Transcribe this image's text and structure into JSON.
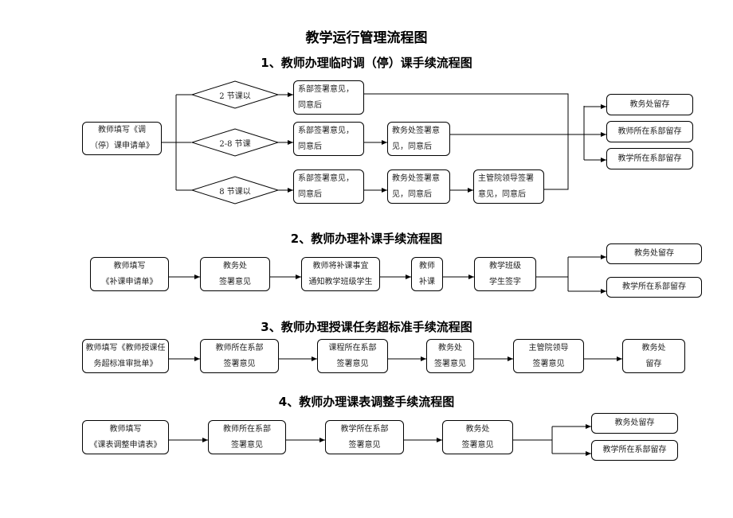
{
  "title": "教学运行管理流程图",
  "sections": [
    {
      "title": "1、教师办理临时调（停）课手续流程图",
      "start": [
        "教师填写《调",
        "（停）课申请单》"
      ],
      "branches": [
        {
          "condition": "2 节课以",
          "steps": [
            [
              "系部签署意见，",
              "同意后"
            ]
          ]
        },
        {
          "condition": "2-8 节课",
          "steps": [
            [
              "系部签署意见，",
              "同意后"
            ],
            [
              "教务处签署意",
              "见，同意后"
            ]
          ]
        },
        {
          "condition": "8 节课以",
          "steps": [
            [
              "系部签署意见，",
              "同意后"
            ],
            [
              "教务处签署意",
              "见，同意后"
            ],
            [
              "主管院领导签署",
              "意见，同意后"
            ]
          ]
        }
      ],
      "outputs": [
        "教务处留存",
        "教师所在系部留存",
        "教学所在系部留存"
      ]
    },
    {
      "title": "2、教师办理补课手续流程图",
      "steps": [
        [
          "教师填写",
          "《补课申请单》"
        ],
        [
          "教务处",
          "签署意见"
        ],
        [
          "教师将补课事宜",
          "通知教学班级学生"
        ],
        [
          "教师",
          "补课"
        ],
        [
          "教学班级",
          "学生签字"
        ]
      ],
      "outputs": [
        "教务处留存",
        "教学所在系部留存"
      ]
    },
    {
      "title": "3、教师办理授课任务超标准手续流程图",
      "steps": [
        [
          "教师填写《教师授课任",
          "务超标准审批单》"
        ],
        [
          "教师所在系部",
          "签署意见"
        ],
        [
          "课程所在系部",
          "签署意见"
        ],
        [
          "教务处",
          "签署意见"
        ],
        [
          "主管院领导",
          "签署意见"
        ],
        [
          "教务处",
          "留存"
        ]
      ]
    },
    {
      "title": "4、教师办理课表调整手续流程图",
      "steps": [
        [
          "教师填写",
          "《课表调整申请表》"
        ],
        [
          "教师所在系部",
          "签署意见"
        ],
        [
          "教学所在系部",
          "签署意见"
        ],
        [
          "教务处",
          "签署意见"
        ]
      ],
      "outputs": [
        "教务处留存",
        "教学所在系部留存"
      ]
    }
  ]
}
